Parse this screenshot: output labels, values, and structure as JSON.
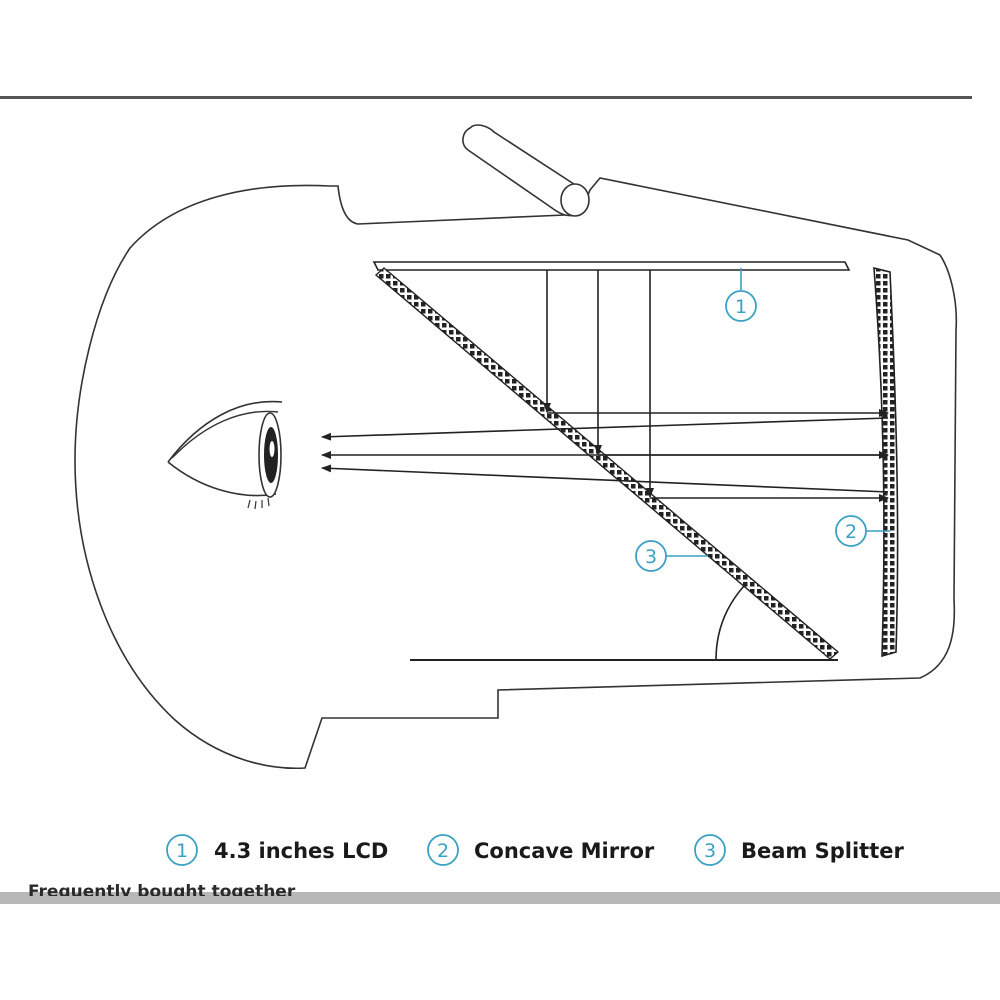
{
  "callouts": [
    {
      "number": "1"
    },
    {
      "number": "2"
    },
    {
      "number": "3"
    }
  ],
  "legend": [
    {
      "number": "1",
      "label": "4.3 inches LCD"
    },
    {
      "number": "2",
      "label": "Concave Mirror"
    },
    {
      "number": "3",
      "label": "Beam Splitter"
    }
  ],
  "page_footer_heading": "Frequently bought together",
  "colors": {
    "line": "#222222",
    "accent": "#3aa0c4",
    "band": "#b8b8b8"
  }
}
